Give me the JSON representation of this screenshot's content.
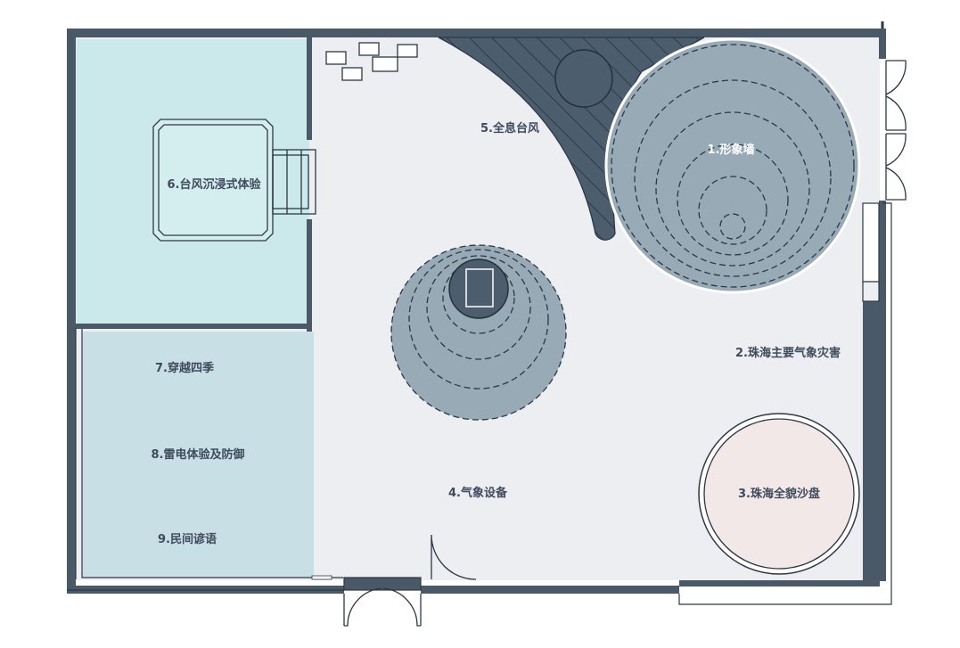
{
  "colors": {
    "wall": "#4a5968",
    "floor": "#eceef2",
    "room_typhoon": "#cbe8ea",
    "room_seasons": "#c9dfe6",
    "circle_fill": "#98aab6",
    "dark_fill": "#4c5d6d",
    "sandtable_fill": "#f3e8e8",
    "label": "#3f4b5c"
  },
  "zones": [
    {
      "id": "image-wall",
      "label": "1.形象墙",
      "icon": "concentric-circles"
    },
    {
      "id": "disasters",
      "label": "2.珠海主要气象灾害",
      "icon": ""
    },
    {
      "id": "sandtable",
      "label": "3.珠海全貌沙盘",
      "icon": "round-table"
    },
    {
      "id": "equipment",
      "label": "4.气象设备",
      "icon": ""
    },
    {
      "id": "hologram",
      "label": "5.全息台风",
      "icon": "hatched-arc"
    },
    {
      "id": "immersive",
      "label": "6.台风沉浸式体验",
      "icon": "booth"
    },
    {
      "id": "seasons",
      "label": "7.穿越四季",
      "icon": ""
    },
    {
      "id": "thunder",
      "label": "8.雷电体验及防御",
      "icon": ""
    },
    {
      "id": "proverbs",
      "label": "9.民间谚语",
      "icon": ""
    }
  ]
}
